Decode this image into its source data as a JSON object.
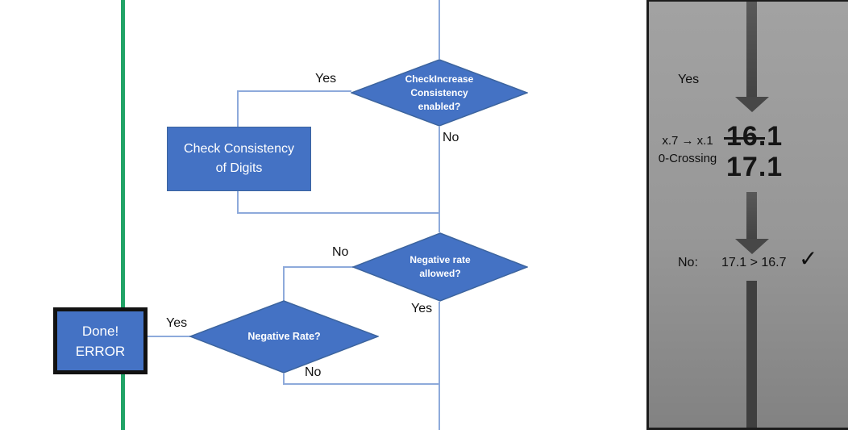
{
  "slide": {
    "flowchart": {
      "nodes": {
        "check_increase_consistency": {
          "type": "decision",
          "label": "CheckIncrease\nConsistency\nenabled?"
        },
        "check_consistency_of_digits": {
          "type": "process",
          "label": "Check Consistency\nof Digits"
        },
        "negative_rate_allowed": {
          "type": "decision",
          "label": "Negative rate\nallowed?"
        },
        "negative_rate": {
          "type": "decision",
          "label": "Negative Rate?"
        },
        "done_error": {
          "type": "terminal",
          "label": "Done!\nERROR"
        }
      },
      "branch_labels": {
        "check_increase_yes": "Yes",
        "check_increase_no": "No",
        "negative_rate_allowed_no": "No",
        "negative_rate_allowed_yes": "Yes",
        "negative_rate_yes": "Yes",
        "negative_rate_no": "No"
      }
    },
    "side_panel": {
      "branch_taken": "Yes",
      "case_label": "x.7 → x.1\n0-Crossing",
      "old_value": "16.1",
      "new_value": "17.1",
      "result_prefix": "No:",
      "result_comparison": "17.1 > 16.7",
      "checkmark": "✓"
    },
    "colors": {
      "shape_fill": "#4472c4",
      "shape_border": "#3c649e",
      "connector": "#8eaadb",
      "green_line": "#21a366",
      "panel_arrow": "#4a4a4a"
    }
  }
}
